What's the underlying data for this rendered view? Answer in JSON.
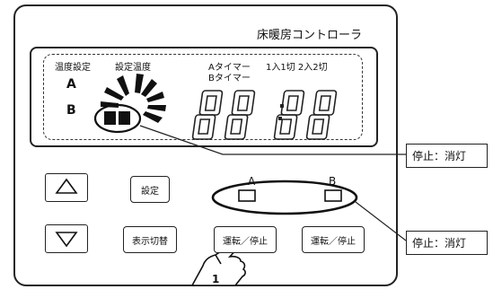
{
  "panel": {
    "title": "床暖房コントローラ"
  },
  "display": {
    "temp_setting_label": "温度設定",
    "setting_temp_label": "設定温度",
    "zone_a": "A",
    "zone_b": "B",
    "timer_a_label": "Aタイマー",
    "timer_b_label": "Bタイマー",
    "timer_mode_label": "1入1切 2入2切",
    "time_digits": [
      "8",
      "8",
      ":",
      "8",
      "8"
    ]
  },
  "buttons": {
    "up": "up-arrow",
    "down": "down-arrow",
    "settings": "設定",
    "display_switch": "表示切替",
    "run_stop_a": "運転／停止",
    "run_stop_b": "運転／停止"
  },
  "indicators": {
    "a": "A",
    "b": "B"
  },
  "callouts": {
    "display": "停止：消灯",
    "indicators": "停止：消灯"
  },
  "hand_step": "1"
}
